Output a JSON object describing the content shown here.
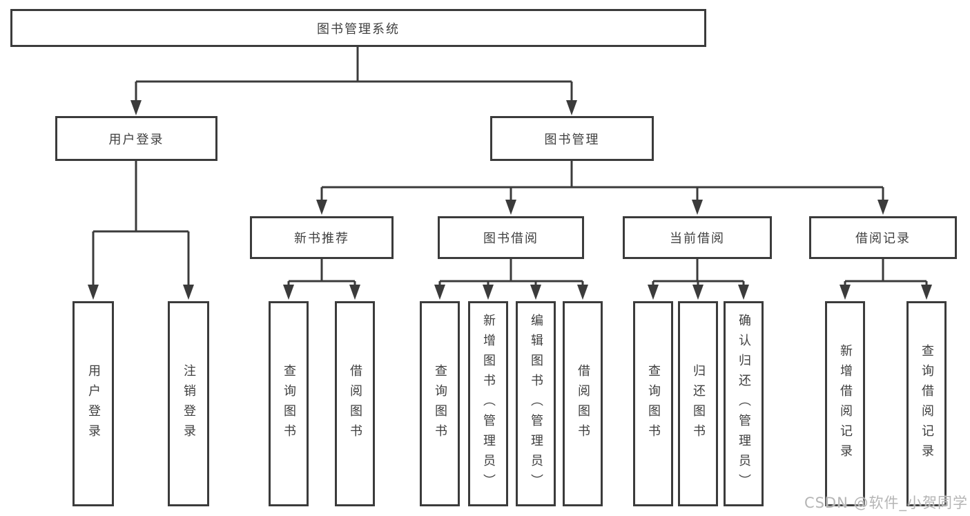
{
  "diagram": {
    "title": "图书管理系统",
    "nodes": {
      "root": "图书管理系统",
      "user_login": "用户登录",
      "book_management": "图书管理",
      "new_book_recommend": "新书推荐",
      "book_borrowing": "图书借阅",
      "current_borrowing": "当前借阅",
      "borrowing_records": "借阅记录",
      "leaf_user_login": "用户登录",
      "leaf_logout_login": "注销登录",
      "leaf_query_books_recommend": "查询图书",
      "leaf_borrow_books_recommend": "借阅图书",
      "leaf_query_books_borrowing": "查询图书",
      "leaf_add_books_admin": "新增图书（管理员）",
      "leaf_edit_books_admin": "编辑图书（管理员）",
      "leaf_borrow_books_borrowing": "借阅图书",
      "leaf_query_books_current": "查询图书",
      "leaf_return_books": "归还图书",
      "leaf_confirm_return_admin": "确认归还（管理员）",
      "leaf_add_borrow_record": "新增借阅记录",
      "leaf_query_borrow_record": "查询借阅记录"
    },
    "edges": [
      [
        "root",
        "user_login"
      ],
      [
        "root",
        "book_management"
      ],
      [
        "user_login",
        "leaf_user_login"
      ],
      [
        "user_login",
        "leaf_logout_login"
      ],
      [
        "book_management",
        "new_book_recommend"
      ],
      [
        "book_management",
        "book_borrowing"
      ],
      [
        "book_management",
        "current_borrowing"
      ],
      [
        "book_management",
        "borrowing_records"
      ],
      [
        "new_book_recommend",
        "leaf_query_books_recommend"
      ],
      [
        "new_book_recommend",
        "leaf_borrow_books_recommend"
      ],
      [
        "book_borrowing",
        "leaf_query_books_borrowing"
      ],
      [
        "book_borrowing",
        "leaf_add_books_admin"
      ],
      [
        "book_borrowing",
        "leaf_edit_books_admin"
      ],
      [
        "book_borrowing",
        "leaf_borrow_books_borrowing"
      ],
      [
        "current_borrowing",
        "leaf_query_books_current"
      ],
      [
        "current_borrowing",
        "leaf_return_books"
      ],
      [
        "current_borrowing",
        "leaf_confirm_return_admin"
      ],
      [
        "borrowing_records",
        "leaf_add_borrow_record"
      ],
      [
        "borrowing_records",
        "leaf_query_borrow_record"
      ]
    ],
    "colors": {
      "line": "#3b3b3b",
      "box_border": "#3b3b3b",
      "box_fill": "#ffffff",
      "text": "#3f3f3f",
      "watermark": "#b5b5b5"
    }
  },
  "watermark": {
    "text": "CSDN @软件_小贺同学"
  }
}
